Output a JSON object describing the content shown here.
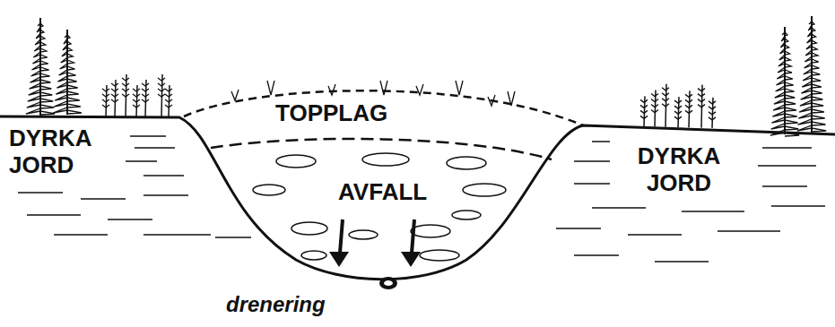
{
  "diagram": {
    "labels": [
      "DYRKA JORD",
      "TOPPLAG",
      "AVFALL",
      "DYRKA JORD",
      "drenering"
    ]
  }
}
